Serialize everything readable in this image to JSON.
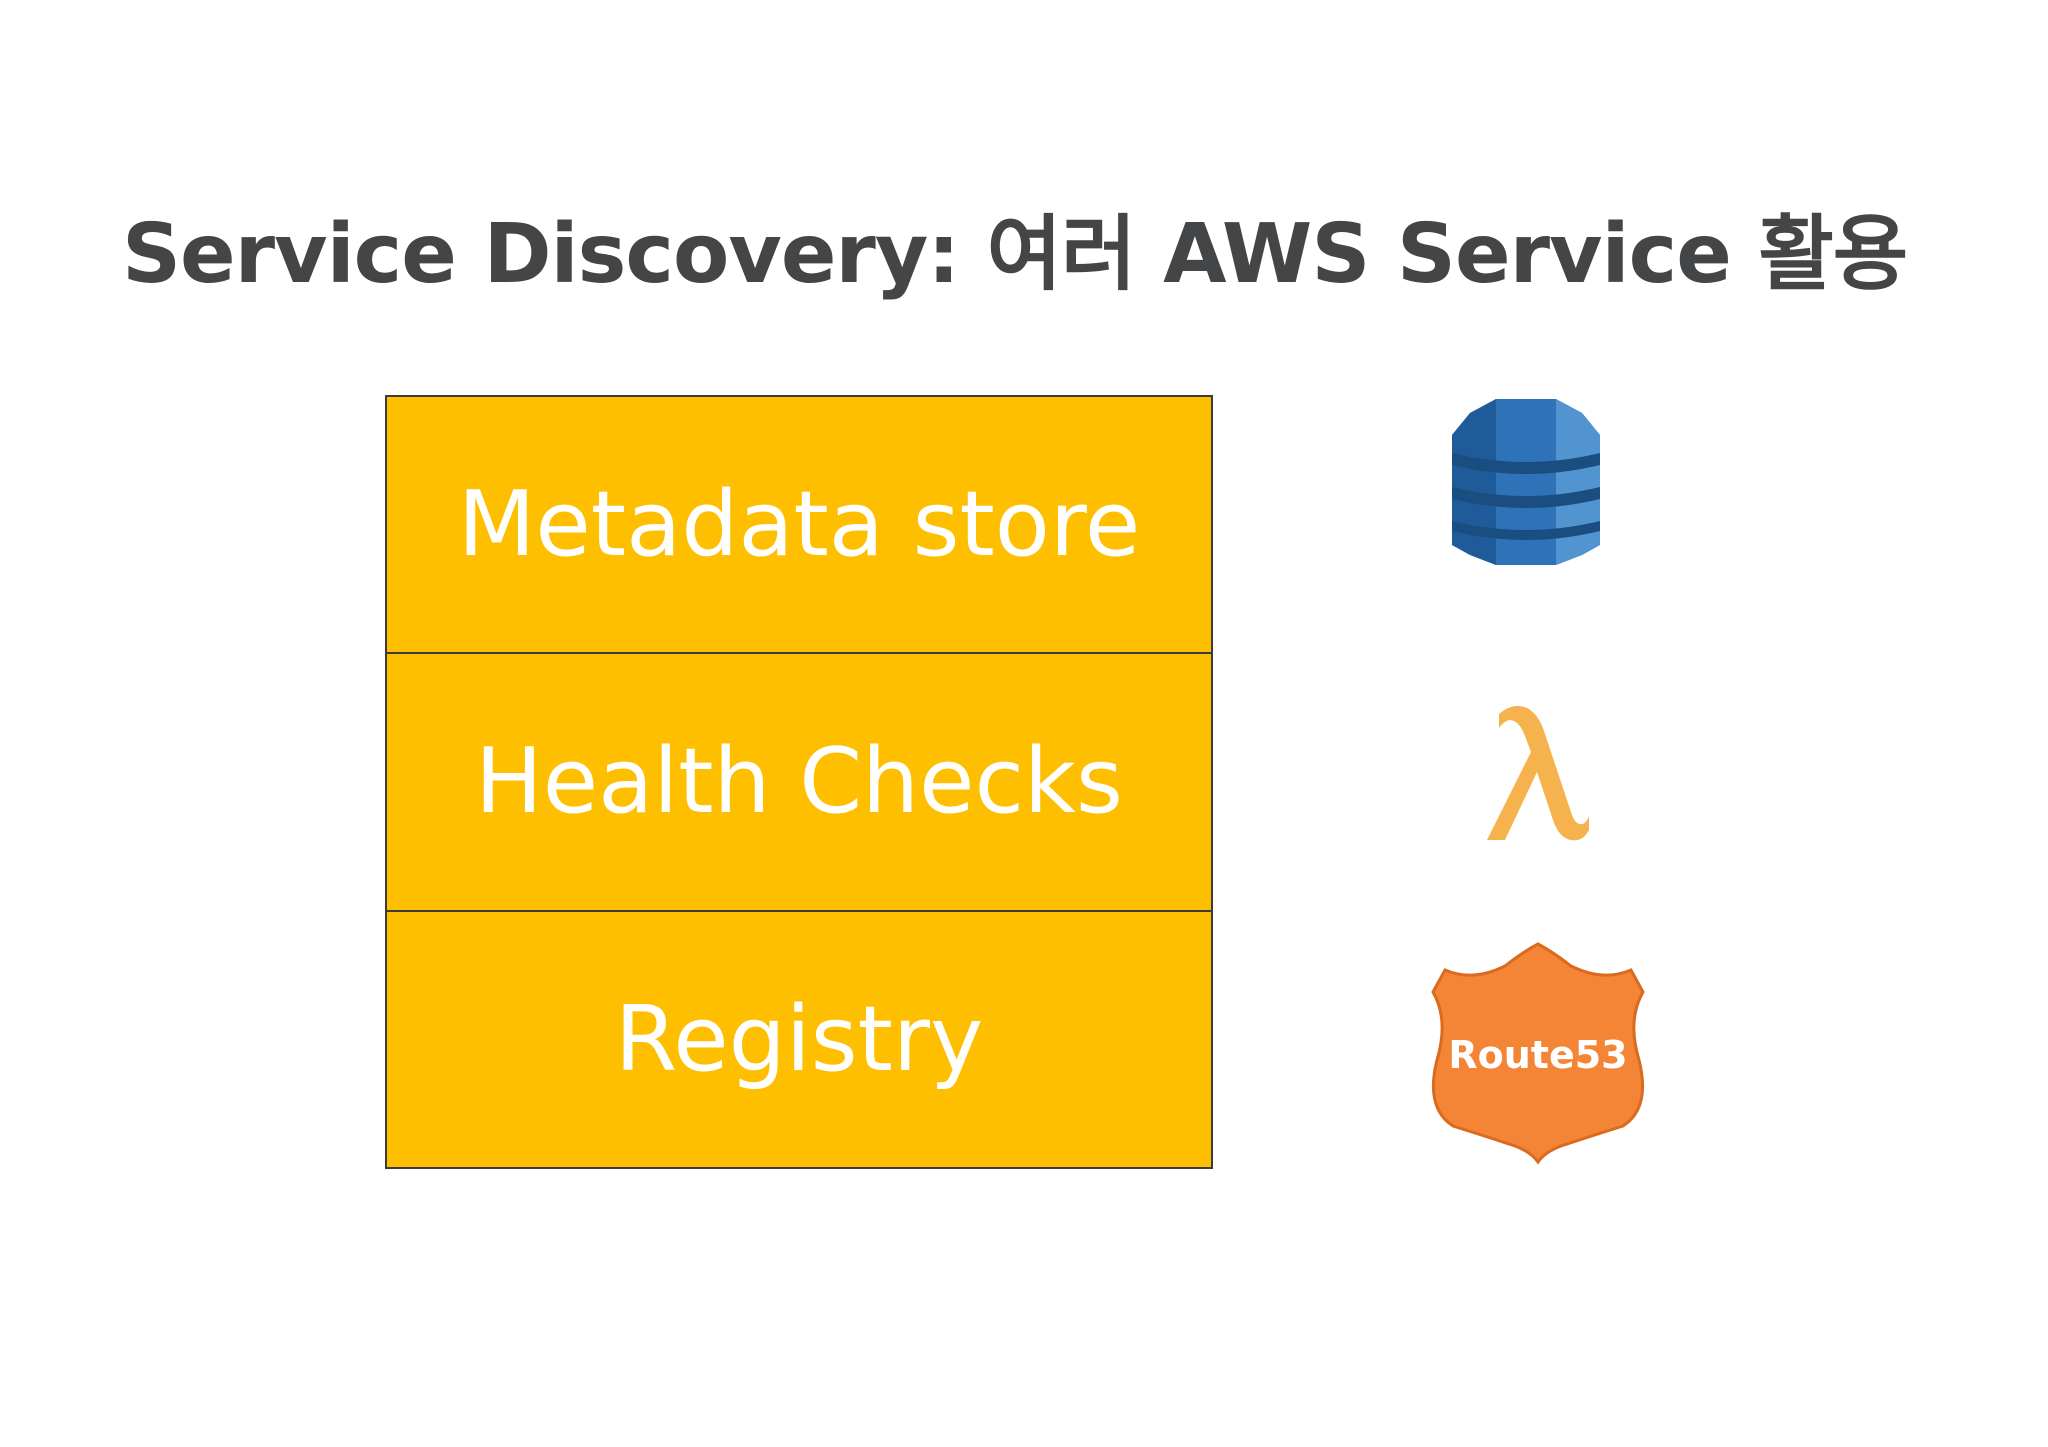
{
  "slide": {
    "title": "Service Discovery: 여러 AWS Service 활용"
  },
  "stack": {
    "layers": [
      {
        "label": "Metadata store"
      },
      {
        "label": "Health Checks"
      },
      {
        "label": "Registry"
      }
    ]
  },
  "icons": [
    {
      "name": "dynamodb-icon",
      "color": "#2e73b8"
    },
    {
      "name": "lambda-icon",
      "color": "#f6b24d"
    },
    {
      "name": "route53-icon",
      "color": "#f58536",
      "label": "Route53"
    }
  ],
  "colors": {
    "layer_fill": "#fdbf00",
    "layer_text": "#ffffff",
    "title_text": "#444546"
  }
}
